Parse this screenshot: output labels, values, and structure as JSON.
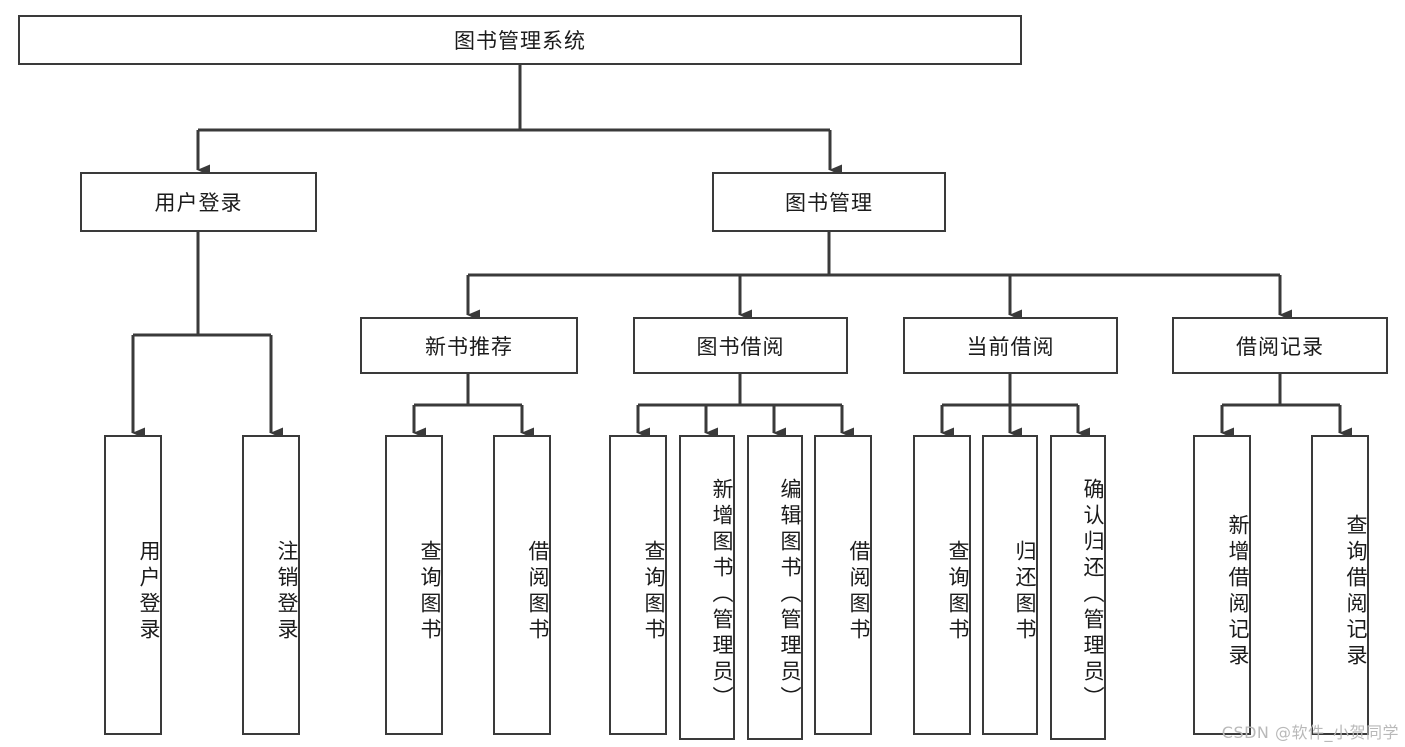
{
  "diagram": {
    "title": "图书管理系统",
    "type": "tree",
    "watermark": "CSDN @软件_小贺同学",
    "colors": {
      "box_border": "#3a3a3a",
      "box_fill": "#ffffff",
      "line": "#3a3a3a",
      "text": "#1b1b1b",
      "watermark": "#b9b9b9"
    },
    "root": {
      "label": "图书管理系统"
    },
    "level2": [
      {
        "label": "用户登录"
      },
      {
        "label": "图书管理"
      }
    ],
    "level3": [
      {
        "label": "新书推荐"
      },
      {
        "label": "图书借阅"
      },
      {
        "label": "当前借阅"
      },
      {
        "label": "借阅记录"
      }
    ],
    "leaves": [
      {
        "label": "用户登录",
        "parent": "用户登录"
      },
      {
        "label": "注销登录",
        "parent": "用户登录"
      },
      {
        "label": "查询图书",
        "parent": "新书推荐"
      },
      {
        "label": "借阅图书",
        "parent": "新书推荐"
      },
      {
        "label": "查询图书",
        "parent": "图书借阅"
      },
      {
        "label": "新增图书（管理员）",
        "parent": "图书借阅"
      },
      {
        "label": "编辑图书（管理员）",
        "parent": "图书借阅"
      },
      {
        "label": "借阅图书",
        "parent": "图书借阅"
      },
      {
        "label": "查询图书",
        "parent": "当前借阅"
      },
      {
        "label": "归还图书",
        "parent": "当前借阅"
      },
      {
        "label": "确认归还（管理员）",
        "parent": "当前借阅"
      },
      {
        "label": "新增借阅记录",
        "parent": "借阅记录"
      },
      {
        "label": "查询借阅记录",
        "parent": "借阅记录"
      }
    ]
  }
}
